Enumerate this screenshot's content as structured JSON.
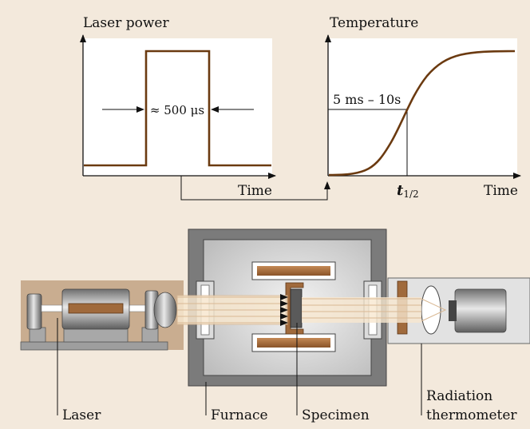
{
  "colors": {
    "background": "#f3e9dc",
    "pulse": "#6b3a10",
    "laser_housing": "#c9ad90",
    "furnace_body": "#7b7b7b",
    "heater_bars": "#a06a3c",
    "beam": "#f7e7cf"
  },
  "top": {
    "left_plot": {
      "title": "Laser power",
      "pulse_label": "≈ 500 μs",
      "x_label": "Time"
    },
    "right_plot": {
      "title": "Temperature",
      "delay_label": "5 ms – 10s",
      "x_label": "Time",
      "t_half": "t",
      "t_half_sub": "1/2"
    }
  },
  "bottom": {
    "labels": {
      "laser": "Laser",
      "furnace": "Furnace",
      "specimen": "Specimen",
      "radiation_thermometer_line1": "Radiation",
      "radiation_thermometer_line2": "thermometer"
    }
  }
}
